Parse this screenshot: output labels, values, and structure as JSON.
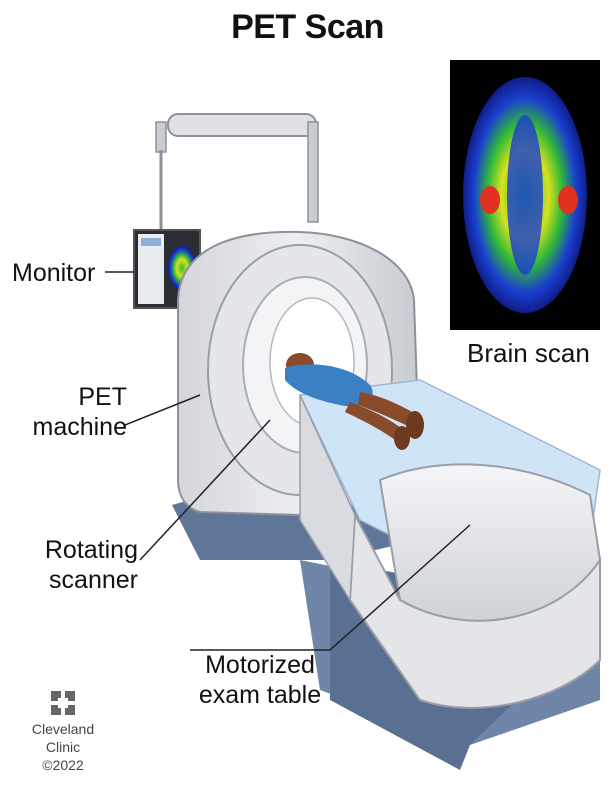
{
  "title": "PET Scan",
  "labels": {
    "monitor": "Monitor",
    "brain_scan": "Brain scan",
    "pet_machine": [
      "PET",
      "machine"
    ],
    "rotating_scanner": [
      "Rotating",
      "scanner"
    ],
    "motorized_table": [
      "Motorized",
      "exam table"
    ]
  },
  "credit": {
    "org": [
      "Cleveland",
      "Clinic"
    ],
    "copyright": "©2022"
  },
  "colors": {
    "machine_body": "#e6e7ea",
    "machine_shadow": "#b9bcc3",
    "base_blue": "#6f86a8",
    "sheet": "#cfe4f7",
    "gown": "#3b7fc4",
    "skin": "#8a4b2a",
    "brain_bg": "#000000"
  }
}
